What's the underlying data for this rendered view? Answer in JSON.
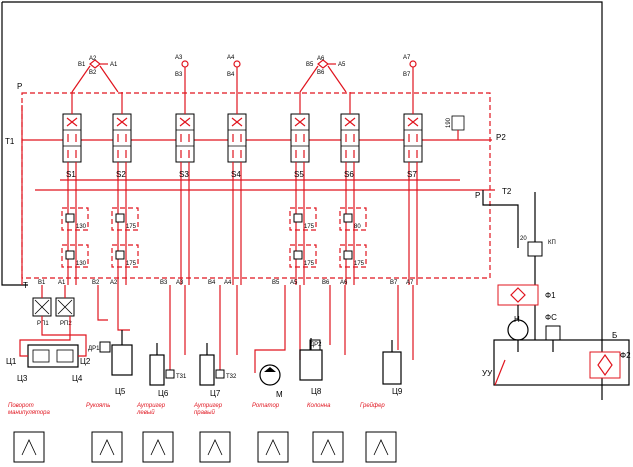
{
  "ports": {
    "P_top": "P",
    "T1": "T1",
    "P2": "P2",
    "P_mid": "P",
    "T2": "T2",
    "T_bottom": "T",
    "B": "Б"
  },
  "top_ports": [
    {
      "a": "A2",
      "b": "B2",
      "a2": "A1",
      "b1": "B1"
    },
    {
      "a": "A3",
      "b": "B3"
    },
    {
      "a": "A4",
      "b": "B4"
    },
    {
      "a": "A6",
      "b": "B6",
      "a2": "A5",
      "b1": "B5"
    },
    {
      "a": "A7",
      "b": "B7"
    }
  ],
  "sections": [
    "S1",
    "S2",
    "S3",
    "S4",
    "S5",
    "S6",
    "S7"
  ],
  "relief_values": [
    "130",
    "130",
    "175",
    "175",
    "175",
    "175",
    "80",
    "175",
    "190"
  ],
  "bottom_ports": [
    "B1",
    "A1",
    "B2",
    "A2",
    "B3",
    "A3",
    "B4",
    "A4",
    "B5",
    "A5",
    "B6",
    "A6",
    "B7",
    "A7"
  ],
  "components": {
    "rp1": "РП1",
    "rp2": "РП2",
    "c1": "Ц1",
    "c2": "Ц2",
    "c3": "Ц3",
    "c4": "Ц4",
    "dr1": "ДР1",
    "c5": "Ц5",
    "c6": "Ц6",
    "t31": "Т31",
    "c7": "Ц7",
    "t32": "Т32",
    "motor": "М",
    "dr2": "ДР2",
    "c8": "Ц8",
    "c9": "Ц9",
    "kp": "КП",
    "f1": "Ф1",
    "pump": "Н",
    "fs": "ФС",
    "f2": "Ф2",
    "uu": "УУ",
    "kp_value": "20"
  },
  "legend": [
    {
      "label": "Поворот манипулятора",
      "icon": "rotate-manipulator-icon"
    },
    {
      "label": "Рукоять",
      "icon": "arm-handle-icon"
    },
    {
      "label": "Аутригер левый",
      "icon": "outrigger-left-icon"
    },
    {
      "label": "Аутригер правый",
      "icon": "outrigger-right-icon"
    },
    {
      "label": "Ротатор",
      "icon": "rotator-icon"
    },
    {
      "label": "Колонна",
      "icon": "column-icon"
    },
    {
      "label": "Грейфер",
      "icon": "grapple-icon"
    }
  ],
  "colors": {
    "hydraulic_line": "#e0141e",
    "outline": "#000000"
  }
}
